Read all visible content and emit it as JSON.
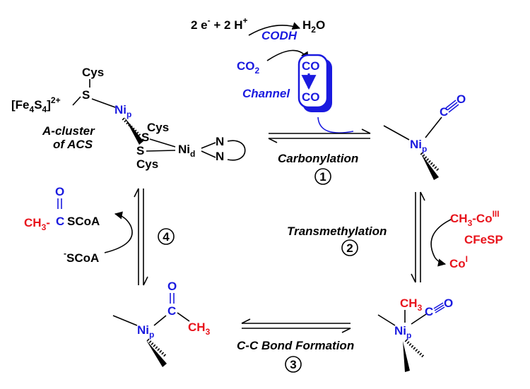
{
  "colors": {
    "black": "#000000",
    "blue": "#1a1adf",
    "red": "#e8141c"
  },
  "codh": {
    "electrons": "2 e",
    "e_charge": "-",
    "plus_protons": " + 2 H",
    "h_charge": "+",
    "enzyme": "CODH",
    "water_h": "H",
    "water_2": "2",
    "water_o": "O",
    "co2_c": "CO",
    "co2_2": "2"
  },
  "channel": {
    "label": "Channel",
    "co_top": "CO",
    "co_bottom": "CO"
  },
  "a_cluster": {
    "fes_open": "[Fe",
    "fes_4a": "4",
    "fes_s": "S",
    "fes_4b": "4",
    "fes_close": "]",
    "fes_charge": "2+",
    "cys_top": "Cys",
    "s_top": "S",
    "nip_ni": "Ni",
    "nip_p": "p",
    "cys_mid": "Cys",
    "s_a": "S",
    "s_b": "S",
    "cys_bottom": "Cys",
    "nid_ni": "Ni",
    "nid_d": "d",
    "n_a": "N",
    "n_b": "N",
    "name_line1": "A-cluster",
    "name_line2": "of ACS"
  },
  "steps": {
    "carbonylation": {
      "label": "Carbonylation",
      "number": "1"
    },
    "transmethylation": {
      "label": "Transmethylation",
      "number": "2"
    },
    "cc_bond": {
      "label": "C-C Bond Formation",
      "number": "3"
    },
    "release": {
      "number": "4"
    }
  },
  "carbonyl_complex": {
    "ni": "Ni",
    "p": "p",
    "c": "C",
    "o": "O"
  },
  "methyl_complex": {
    "ch": "CH",
    "ch_3": "3",
    "ni": "Ni",
    "p": "p",
    "c": "C",
    "o": "O"
  },
  "acetyl_complex": {
    "o": "O",
    "c": "C",
    "ni": "Ni",
    "p": "p",
    "ch": "CH",
    "ch_3": "3"
  },
  "methyl_donor": {
    "ch": "CH",
    "ch_3": "3",
    "dash_co": "-Co",
    "co_ox": "III",
    "protein": "CFeSP",
    "product_co": "Co",
    "product_ox": "I"
  },
  "acetyl_coa": {
    "o": "O",
    "ch": "CH",
    "ch_3": "3",
    "dash": "-",
    "c": "C",
    "scoa": "SCoA",
    "scoa_minus": "-",
    "scoa2": "SCoA"
  }
}
